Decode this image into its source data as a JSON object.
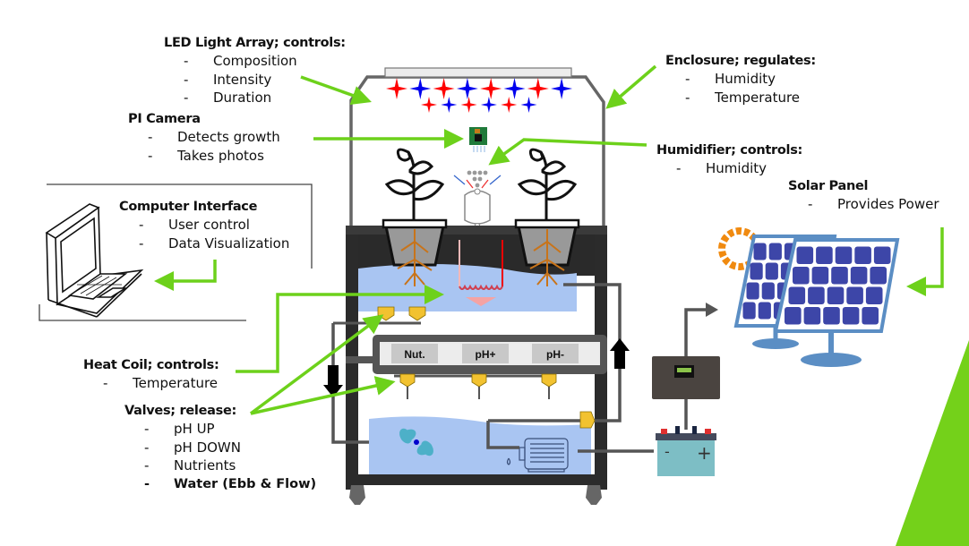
{
  "diagram": {
    "title": "Automated hydroponic grow system overview",
    "colors": {
      "arrow_green": "#6dd11b",
      "frame_dark": "#2b2b2b",
      "water_blue": "#a9c5f2",
      "led_red": "#ff0000",
      "led_blue": "#0000ee",
      "valve_yellow": "#f2c230",
      "root_brown": "#c8741a",
      "sun_orange": "#f08a10",
      "panel_blue": "#3d46a8",
      "battery_teal": "#7dbec5",
      "corner_accent": "#74d11a"
    },
    "labels": {
      "led": {
        "title": "LED Light Array; controls:",
        "items": [
          "Composition",
          "Intensity",
          "Duration"
        ]
      },
      "camera": {
        "title": "PI Camera",
        "items": [
          "Detects growth",
          "Takes photos"
        ]
      },
      "enclosure": {
        "title": "Enclosure; regulates:",
        "items": [
          "Humidity",
          "Temperature"
        ]
      },
      "humidifier": {
        "title": "Humidifier; controls:",
        "items": [
          "Humidity"
        ]
      },
      "solar": {
        "title": "Solar Panel",
        "items": [
          "Provides Power"
        ]
      },
      "computer": {
        "title": "Computer Interface",
        "items": [
          "User control",
          "Data Visualization"
        ]
      },
      "heat_coil": {
        "title": "Heat Coil; controls:",
        "items": [
          "Temperature"
        ]
      },
      "valves": {
        "title": "Valves; release:",
        "items": [
          "pH UP",
          "pH DOWN",
          "Nutrients"
        ],
        "bold_item": "Water (Ebb & Flow)"
      }
    },
    "dash": "-",
    "tanks": [
      "Nut.",
      "pH+",
      "pH-"
    ],
    "led_rows": {
      "top": [
        "red",
        "blue",
        "red",
        "blue",
        "red",
        "blue",
        "red",
        "blue"
      ],
      "bottom": [
        "red",
        "blue",
        "red",
        "blue",
        "red",
        "blue"
      ]
    },
    "battery_symbols": {
      "minus": "-",
      "plus": "+"
    }
  }
}
